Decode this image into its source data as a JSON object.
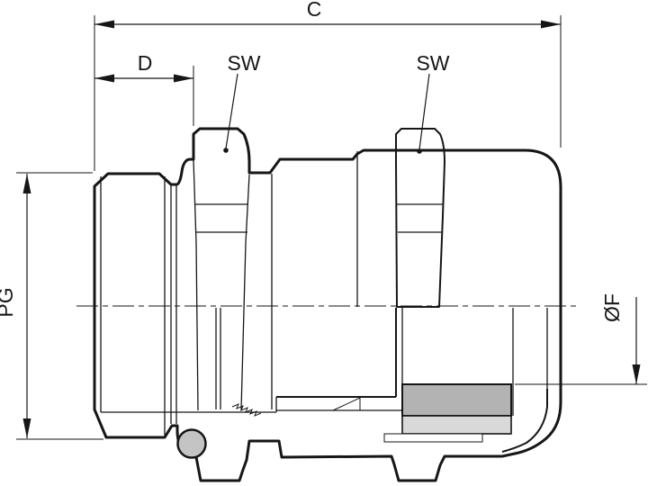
{
  "drawing": {
    "kind": "cable-gland-sectional-technical-drawing",
    "labels": {
      "overall_length": "C",
      "thread_length": "D",
      "wrench_size_front": "SW",
      "wrench_size_rear": "SW",
      "thread_designation": "PG",
      "clamp_diameter": "ØF"
    },
    "colors": {
      "bg": "#ffffff",
      "ink": "#161616",
      "body_fill": "#e6e6e6",
      "insert_fill": "#d9d9d9",
      "seal_fill": "#b3b3b3",
      "oring_fill": "#c4c4c4"
    }
  }
}
